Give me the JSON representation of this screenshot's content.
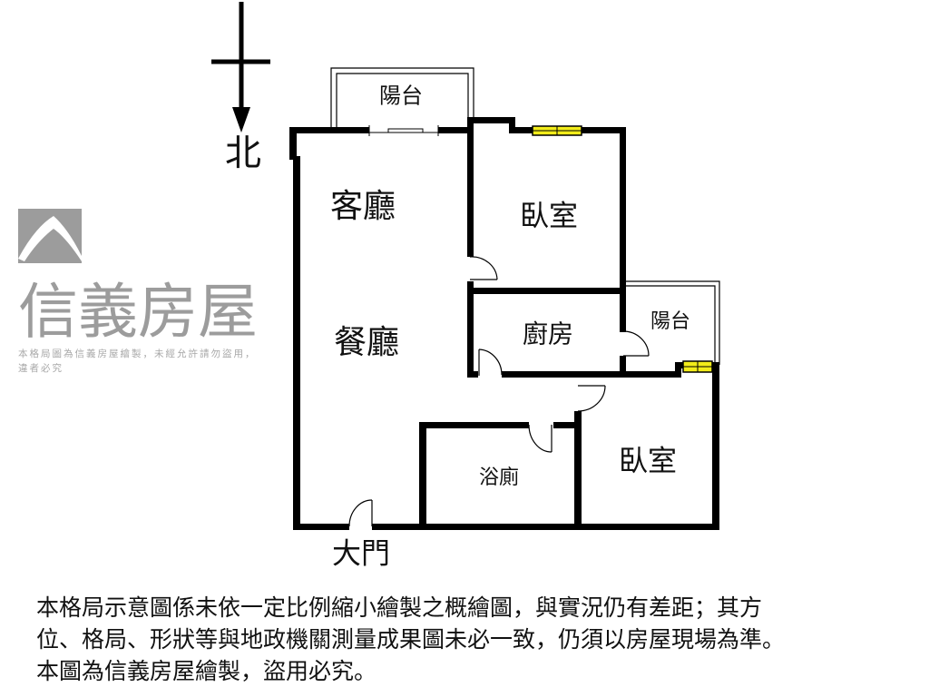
{
  "compass": {
    "north_label": "北"
  },
  "rooms": {
    "balcony_top": "陽台",
    "living_room": "客廳",
    "bedroom_1": "臥室",
    "dining_room": "餐廳",
    "kitchen": "廚房",
    "balcony_right": "陽台",
    "bathroom": "浴廁",
    "bedroom_2": "臥室",
    "main_entrance": "大門"
  },
  "watermark": {
    "brand": "信義房屋",
    "notice": "本格局圖為信義房屋繪製，未經允許請勿盜用，違者必究"
  },
  "disclaimer": {
    "lines": [
      "本格局示意圖係未依一定比例縮小繪製之概繪圖，與實況仍有差距；其方",
      "位、格局、形狀等與地政機關測量成果圖未必一致，仍須以房屋現場為準。",
      "本圖為信義房屋繪製，盜用必究。"
    ]
  },
  "colors": {
    "wall": "#000000",
    "window": "#f2ec1a",
    "watermark": "#9c9c9c"
  }
}
